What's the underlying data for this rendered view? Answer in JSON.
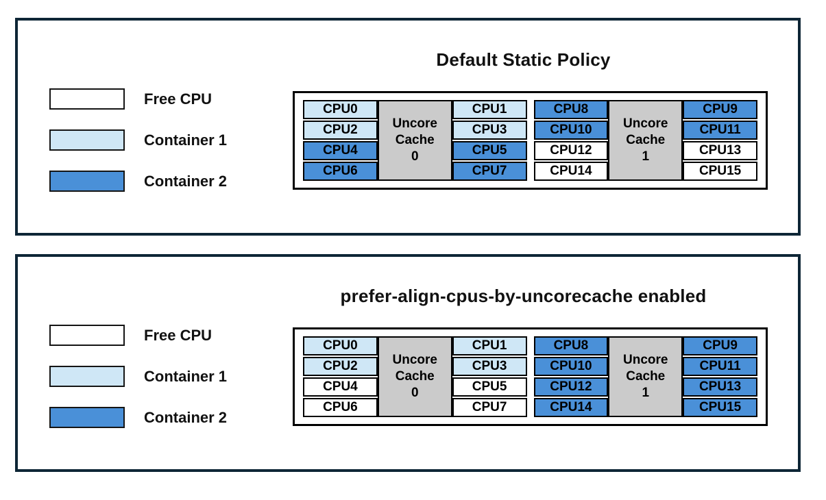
{
  "colors": {
    "free": "#ffffff",
    "container1": "#cfe7f6",
    "container2": "#4a90d8",
    "cache_bg": "#cbcbcb",
    "panel_border": "#0e2636"
  },
  "legend": [
    {
      "label": "Free CPU",
      "state": "free"
    },
    {
      "label": "Container 1",
      "state": "container1"
    },
    {
      "label": "Container 2",
      "state": "container2"
    }
  ],
  "panels": [
    {
      "title": "Default Static Policy",
      "groups": [
        {
          "cache_lines": [
            "Uncore",
            "Cache",
            "0"
          ],
          "left": [
            {
              "label": "CPU0",
              "state": "container1"
            },
            {
              "label": "CPU2",
              "state": "container1"
            },
            {
              "label": "CPU4",
              "state": "container2"
            },
            {
              "label": "CPU6",
              "state": "container2"
            }
          ],
          "right": [
            {
              "label": "CPU1",
              "state": "container1"
            },
            {
              "label": "CPU3",
              "state": "container1"
            },
            {
              "label": "CPU5",
              "state": "container2"
            },
            {
              "label": "CPU7",
              "state": "container2"
            }
          ]
        },
        {
          "cache_lines": [
            "Uncore",
            "Cache",
            "1"
          ],
          "left": [
            {
              "label": "CPU8",
              "state": "container2"
            },
            {
              "label": "CPU10",
              "state": "container2"
            },
            {
              "label": "CPU12",
              "state": "free"
            },
            {
              "label": "CPU14",
              "state": "free"
            }
          ],
          "right": [
            {
              "label": "CPU9",
              "state": "container2"
            },
            {
              "label": "CPU11",
              "state": "container2"
            },
            {
              "label": "CPU13",
              "state": "free"
            },
            {
              "label": "CPU15",
              "state": "free"
            }
          ]
        }
      ]
    },
    {
      "title": "prefer-align-cpus-by-uncorecache enabled",
      "groups": [
        {
          "cache_lines": [
            "Uncore",
            "Cache",
            "0"
          ],
          "left": [
            {
              "label": "CPU0",
              "state": "container1"
            },
            {
              "label": "CPU2",
              "state": "container1"
            },
            {
              "label": "CPU4",
              "state": "free"
            },
            {
              "label": "CPU6",
              "state": "free"
            }
          ],
          "right": [
            {
              "label": "CPU1",
              "state": "container1"
            },
            {
              "label": "CPU3",
              "state": "container1"
            },
            {
              "label": "CPU5",
              "state": "free"
            },
            {
              "label": "CPU7",
              "state": "free"
            }
          ]
        },
        {
          "cache_lines": [
            "Uncore",
            "Cache",
            "1"
          ],
          "left": [
            {
              "label": "CPU8",
              "state": "container2"
            },
            {
              "label": "CPU10",
              "state": "container2"
            },
            {
              "label": "CPU12",
              "state": "container2"
            },
            {
              "label": "CPU14",
              "state": "container2"
            }
          ],
          "right": [
            {
              "label": "CPU9",
              "state": "container2"
            },
            {
              "label": "CPU11",
              "state": "container2"
            },
            {
              "label": "CPU13",
              "state": "container2"
            },
            {
              "label": "CPU15",
              "state": "container2"
            }
          ]
        }
      ]
    }
  ]
}
